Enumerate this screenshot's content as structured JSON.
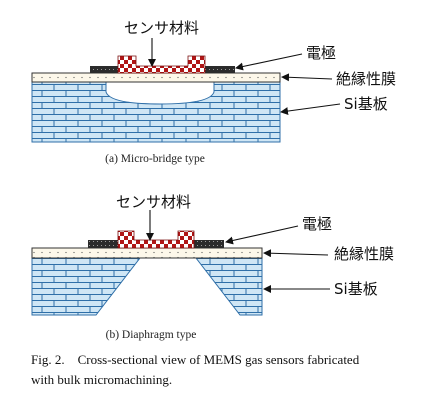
{
  "diagram_a": {
    "label_sensor": "センサ材料",
    "label_electrode": "電極",
    "label_insulator": "絶縁性膜",
    "label_substrate": "Si基板",
    "caption": "(a) Micro-bridge type"
  },
  "diagram_b": {
    "label_sensor": "センサ材料",
    "label_electrode": "電極",
    "label_insulator": "絶縁性膜",
    "label_substrate": "Si基板",
    "caption": "(b) Diaphragm type"
  },
  "figure_caption": {
    "line1": "Fig. 2.    Cross-sectional view of MEMS gas sensors fabricated",
    "line2": "with bulk micromachining."
  },
  "colors": {
    "brick_fill": "#cfe6f5",
    "brick_line": "#2f6fa8",
    "sensor_red": "#b01515",
    "electrode": "#2b2b2b",
    "insulator_fill": "#fdf8ea"
  }
}
